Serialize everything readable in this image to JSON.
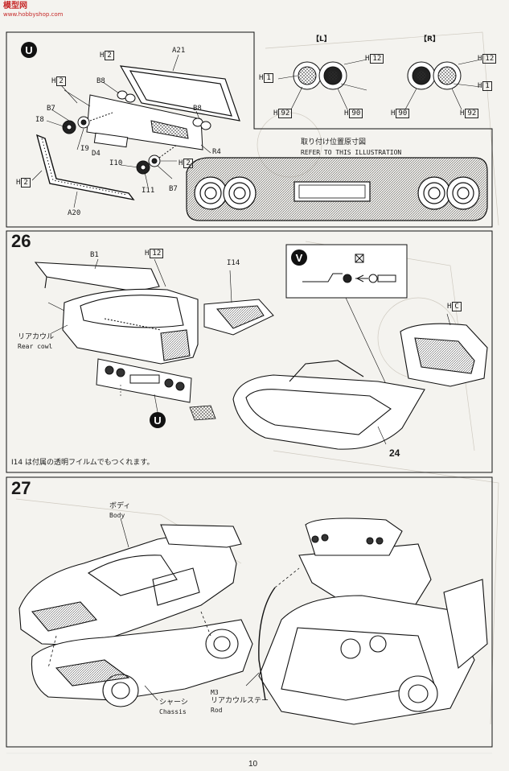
{
  "watermark": {
    "name": "模型网",
    "url": "www.hobbyshop.com"
  },
  "page_number": "10",
  "steps": {
    "u": {
      "badge": "U",
      "labels": {
        "h2_top": "2",
        "a21": "A21",
        "h2_left": "2",
        "b8_left": "B8",
        "b7_left": "B7",
        "i8": "I8",
        "i9": "I9",
        "d4": "D4",
        "b8_right": "B8",
        "r4": "R4",
        "h2_right": "2",
        "i10": "I10",
        "i11": "I11",
        "b7_right": "B7",
        "h2_bottom": "2",
        "a20": "A20"
      },
      "lamp_panel": {
        "left_title": "【L】",
        "right_title": "【R】",
        "h12_l": "12",
        "h1_l": "1",
        "h92_l": "92",
        "h90_l": "90",
        "h12_r": "12",
        "h1_r": "1",
        "h90_r": "90",
        "h92_r": "92"
      },
      "position_note": {
        "jp": "取り付け位置原寸図",
        "en": "REFER TO THIS ILLUSTRATION"
      }
    },
    "s26": {
      "number": "26",
      "labels": {
        "b1": "B1",
        "h12": "12",
        "i14": "I14",
        "rear_cowl_jp": "リアカウル",
        "rear_cowl_en": "Rear cowl",
        "u_marker": "U",
        "step_ref": "24"
      },
      "inset_badge": "V",
      "h_c": "C",
      "film_note": "I14 は付属の透明フイルムでもつくれます。"
    },
    "s27": {
      "number": "27",
      "labels": {
        "body_jp": "ボディ",
        "body_en": "Body",
        "chassis_jp": "シャーシ",
        "chassis_en": "Chassis",
        "rod_code": "M3",
        "rod_jp": "リアカウルステー",
        "rod_en": "Rod"
      }
    }
  }
}
